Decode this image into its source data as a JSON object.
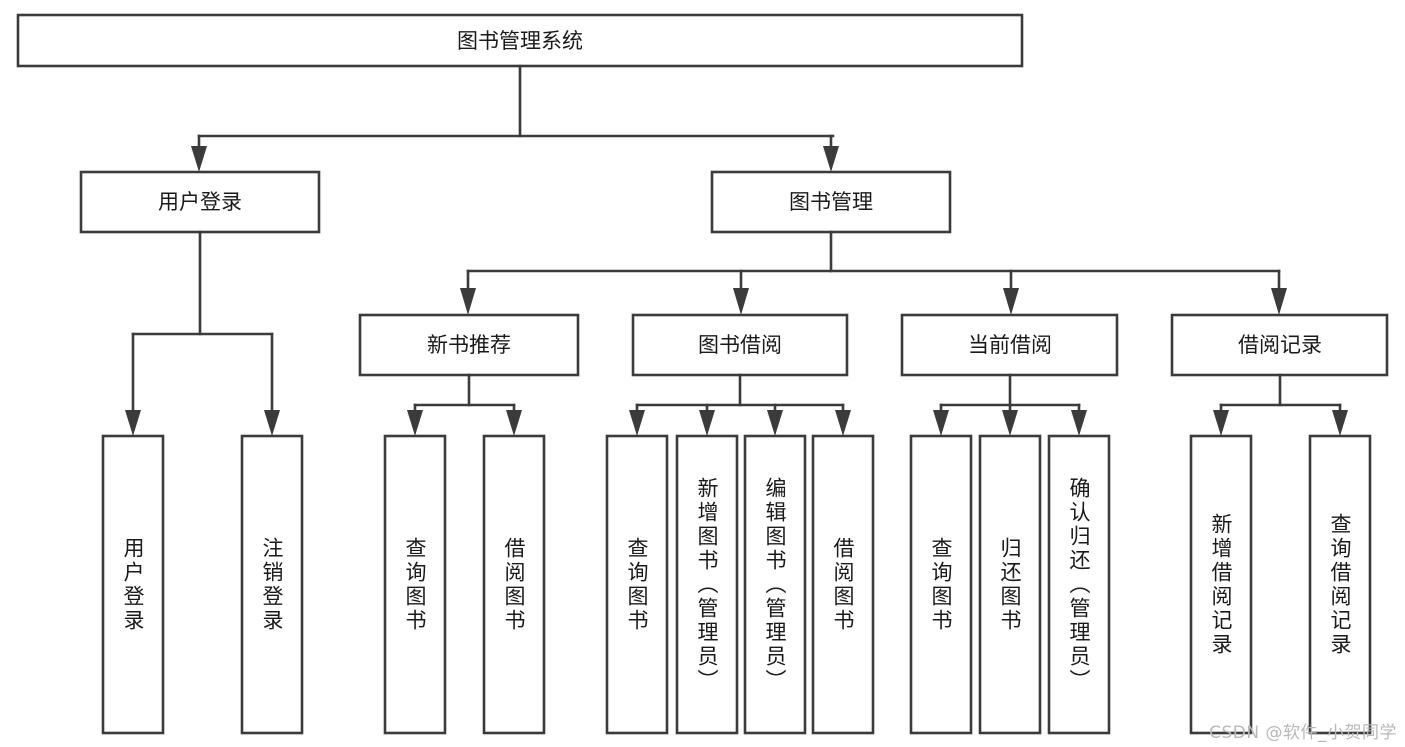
{
  "diagram": {
    "title": "图书管理系统",
    "type": "tree",
    "watermark": "CSDN @软件_小贺同学",
    "colors": {
      "stroke": "#3b3b3b",
      "box_fill": "#ffffff",
      "text": "#1a1a1a",
      "watermark": "#b8b8b8",
      "background": "#ffffff"
    },
    "root": {
      "label": "图书管理系统",
      "orientation": "horizontal"
    },
    "level2": [
      {
        "label": "用户登录",
        "orientation": "horizontal"
      },
      {
        "label": "图书管理",
        "orientation": "horizontal"
      }
    ],
    "level3": [
      {
        "label": "新书推荐",
        "orientation": "horizontal",
        "parent": "图书管理"
      },
      {
        "label": "图书借阅",
        "orientation": "horizontal",
        "parent": "图书管理"
      },
      {
        "label": "当前借阅",
        "orientation": "horizontal",
        "parent": "图书管理"
      },
      {
        "label": "借阅记录",
        "orientation": "horizontal",
        "parent": "图书管理"
      }
    ],
    "leaves": {
      "用户登录": [
        {
          "label": "用户登录",
          "orientation": "vertical"
        },
        {
          "label": "注销登录",
          "orientation": "vertical"
        }
      ],
      "新书推荐": [
        {
          "label": "查询图书",
          "orientation": "vertical"
        },
        {
          "label": "借阅图书",
          "orientation": "vertical"
        }
      ],
      "图书借阅": [
        {
          "label": "查询图书",
          "orientation": "vertical"
        },
        {
          "label": "新增图书（管理员）",
          "orientation": "vertical"
        },
        {
          "label": "编辑图书（管理员）",
          "orientation": "vertical"
        },
        {
          "label": "借阅图书",
          "orientation": "vertical"
        }
      ],
      "当前借阅": [
        {
          "label": "查询图书",
          "orientation": "vertical"
        },
        {
          "label": "归还图书",
          "orientation": "vertical"
        },
        {
          "label": "确认归还（管理员）",
          "orientation": "vertical"
        }
      ],
      "借阅记录": [
        {
          "label": "新增借阅记录",
          "orientation": "vertical"
        },
        {
          "label": "查询借阅记录",
          "orientation": "vertical"
        }
      ]
    }
  }
}
